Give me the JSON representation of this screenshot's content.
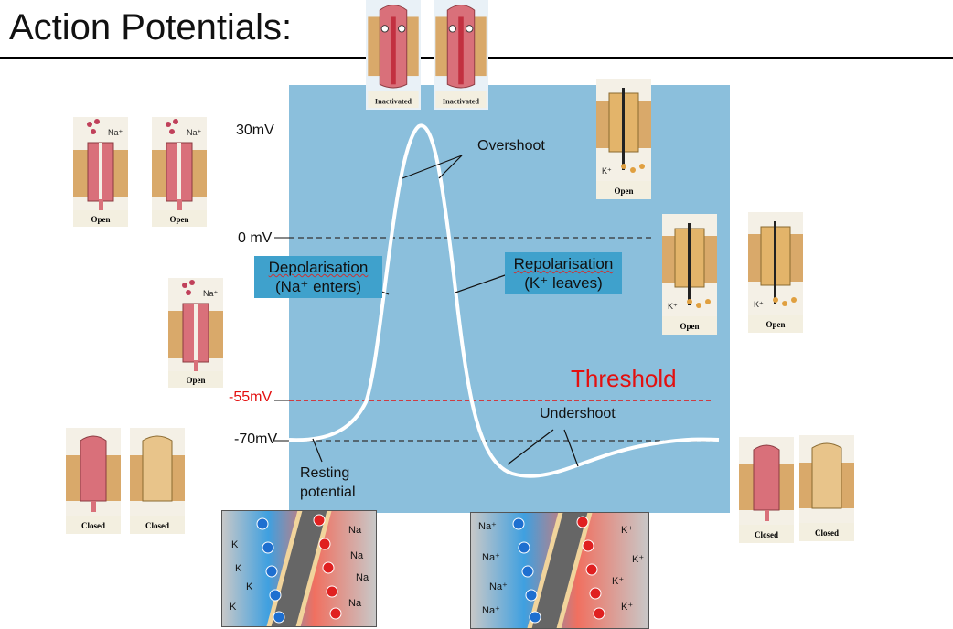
{
  "title": "Action Potentials:",
  "y_labels": {
    "v30": "30mV",
    "v0": "0 mV",
    "v55": "-55mV",
    "v70": "-70mV"
  },
  "annotations": {
    "overshoot": "Overshoot",
    "undershoot": "Undershoot",
    "threshold": "Threshold",
    "resting_1": "Resting",
    "resting_2": "potential",
    "depol_1": "Depolarisation",
    "depol_2": "(Na⁺ enters)",
    "repol_1": "Repolarisation",
    "repol_2": "(K⁺ leaves)"
  },
  "channel_labels": {
    "inactivated": "Inactivated",
    "open": "Open",
    "closed": "Closed"
  },
  "ion_labels": {
    "na": "Na⁺",
    "k": "K⁺",
    "k_plain": "K",
    "na_plain": "Na"
  },
  "colors": {
    "panel": "#8bbfdc",
    "threshold": "#e31010",
    "label_box": "#3fa1cc",
    "na_channel": "#d9707a",
    "k_channel": "#e3b46a"
  }
}
